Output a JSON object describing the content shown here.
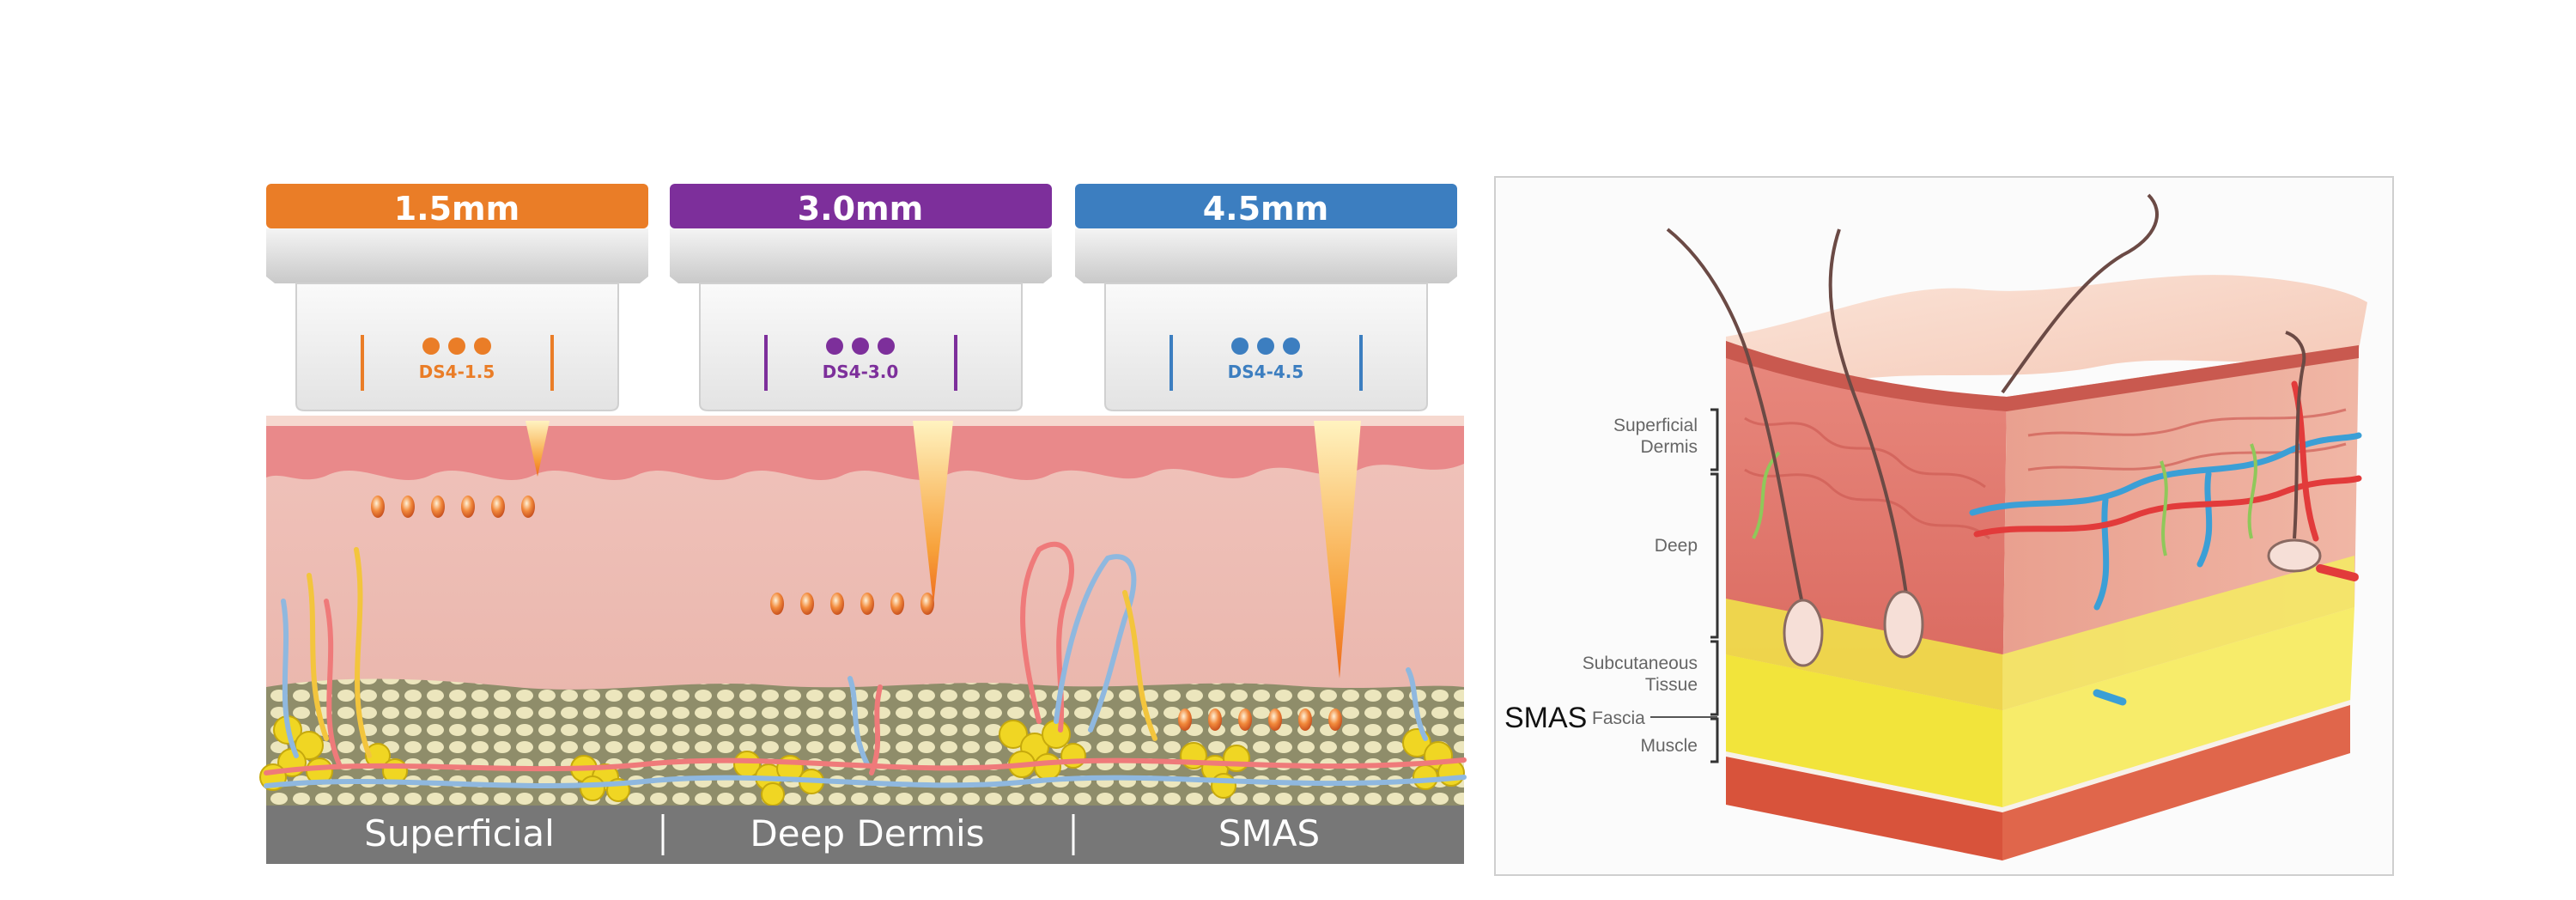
{
  "cartridges": [
    {
      "depth_label": "1.5mm",
      "code": "DS4-1.5",
      "color": "#ea7d27"
    },
    {
      "depth_label": "3.0mm",
      "code": "DS4-3.0",
      "color": "#7d2f9b"
    },
    {
      "depth_label": "4.5mm",
      "code": "DS4-4.5",
      "color": "#3c7ec0"
    }
  ],
  "layers": [
    {
      "label": "Superficial"
    },
    {
      "label": "Deep Dermis"
    },
    {
      "label": "SMAS"
    }
  ],
  "anatomy_labels": {
    "superficial_dermis_1": "Superficial",
    "superficial_dermis_2": "Dermis",
    "deep": "Deep",
    "subcutaneous_1": "Subcutaneous",
    "subcutaneous_2": "Tissue",
    "smas": "SMAS",
    "fascia": "Fascia",
    "muscle": "Muscle"
  },
  "colors": {
    "skin": "#f2c4bd",
    "epidermis": "#e98a8a",
    "fat": "#e2d27a",
    "base_bar": "#777777"
  }
}
